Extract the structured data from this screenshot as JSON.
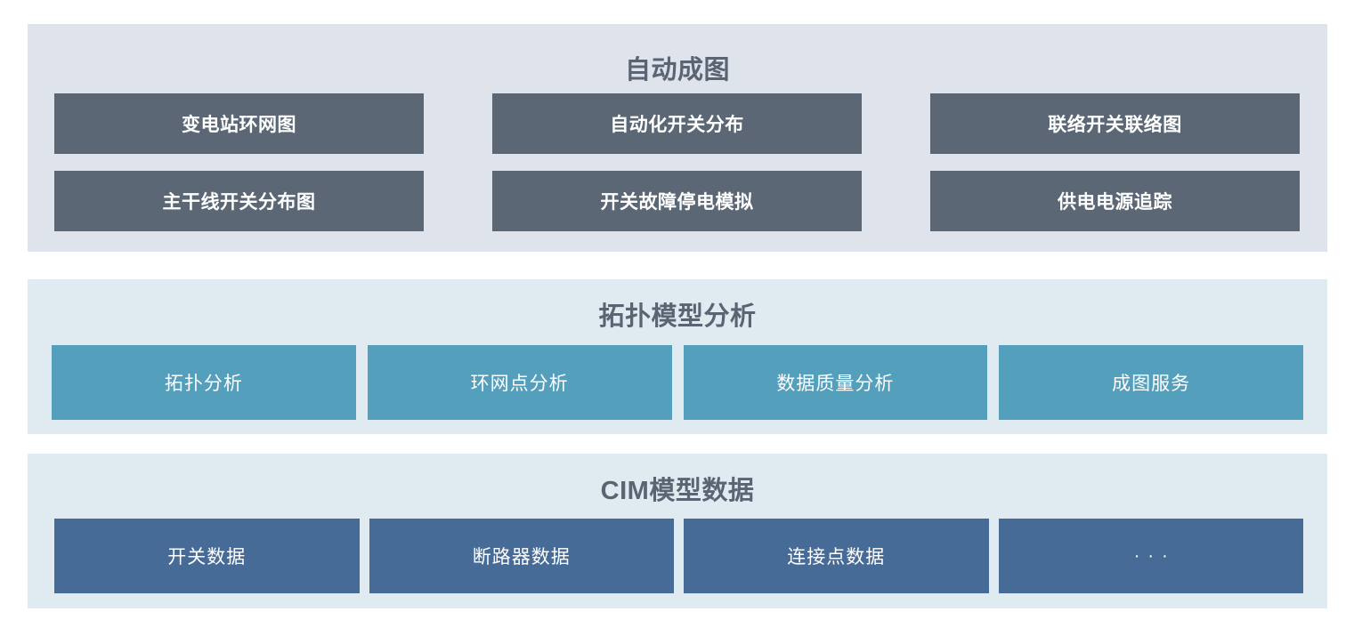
{
  "colors": {
    "page_background": "#ffffff",
    "panel_auto_background": "#dee3ec",
    "panel_topo_background": "#dfeaf1",
    "panel_cim_background": "#dfeaf1",
    "tile_slate": "#5c6776",
    "tile_teal": "#549fbc",
    "tile_blue": "#466b96",
    "title_text": "#5b6472",
    "tile_text": "#ffffff"
  },
  "sections": [
    {
      "id": "auto-mapping",
      "title": "自动成图",
      "tiles": [
        {
          "label": "变电站环网图"
        },
        {
          "label": "自动化开关分布"
        },
        {
          "label": "联络开关联络图"
        },
        {
          "label": "主干线开关分布图"
        },
        {
          "label": "开关故障停电模拟"
        },
        {
          "label": "供电电源追踪"
        }
      ]
    },
    {
      "id": "topology-model-analysis",
      "title": "拓扑模型分析",
      "tiles": [
        {
          "label": "拓扑分析"
        },
        {
          "label": "环网点分析"
        },
        {
          "label": "数据质量分析"
        },
        {
          "label": "成图服务"
        }
      ]
    },
    {
      "id": "cim-model-data",
      "title": "CIM模型数据",
      "tiles": [
        {
          "label": "开关数据"
        },
        {
          "label": "断路器数据"
        },
        {
          "label": "连接点数据"
        },
        {
          "label": "···"
        }
      ]
    }
  ]
}
